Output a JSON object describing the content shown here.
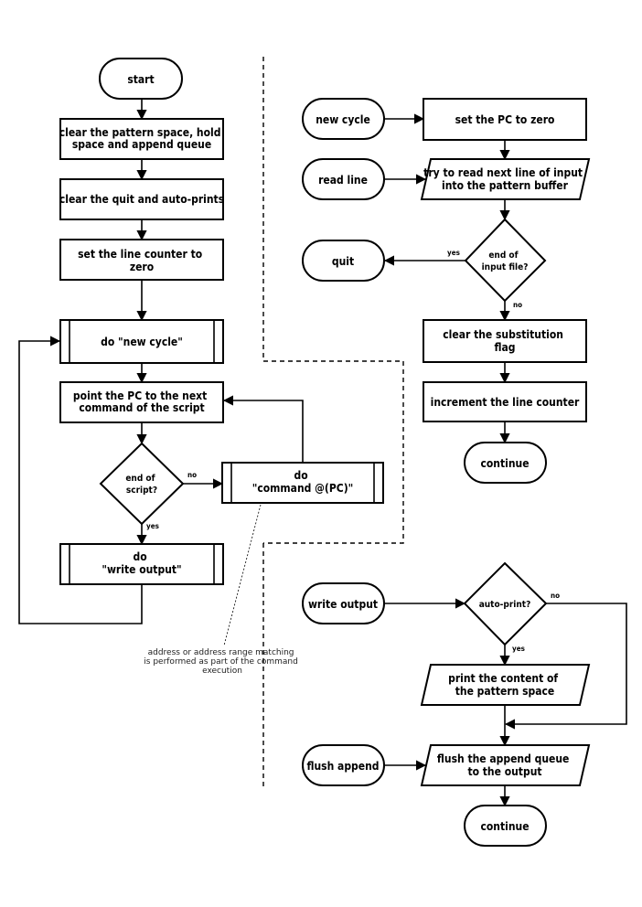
{
  "left": {
    "start": "start",
    "clear_pattern": [
      "clear the pattern space, hold",
      "space and append queue"
    ],
    "clear_quit": "clear the quit and auto-prints",
    "set_line_counter": [
      "set the line counter to",
      "zero"
    ],
    "do_new_cycle": "do \"new cycle\"",
    "point_pc": [
      "point the PC to the next",
      "command of the script"
    ],
    "end_of_script": [
      "end of",
      "script?"
    ],
    "do_command": [
      "do",
      "\"command @(PC)\""
    ],
    "do_write_output": [
      "do",
      "\"write output\""
    ],
    "edge_no": "no",
    "edge_yes": "yes",
    "note": [
      "address or address range matching",
      "is performed as part of the command",
      "execution"
    ]
  },
  "new_cycle": {
    "new_cycle": "new cycle",
    "set_pc_zero": "set the PC to zero",
    "read_line": "read line",
    "try_read": [
      "try to read next line of input",
      "into the pattern buffer"
    ],
    "quit": "quit",
    "end_of_input": [
      "end of",
      "input file?"
    ],
    "edge_yes": "yes",
    "edge_no": "no",
    "clear_subst": [
      "clear the substitution",
      "flag"
    ],
    "increment": "increment the line counter",
    "continue": "continue"
  },
  "write_output": {
    "write_output": "write output",
    "auto_print": "auto-print?",
    "edge_no": "no",
    "edge_yes": "yes",
    "print_content": [
      "print the content of",
      "the pattern space"
    ],
    "flush_append": "flush append",
    "flush_queue": [
      "flush the append queue",
      "to the output"
    ],
    "continue": "continue"
  }
}
